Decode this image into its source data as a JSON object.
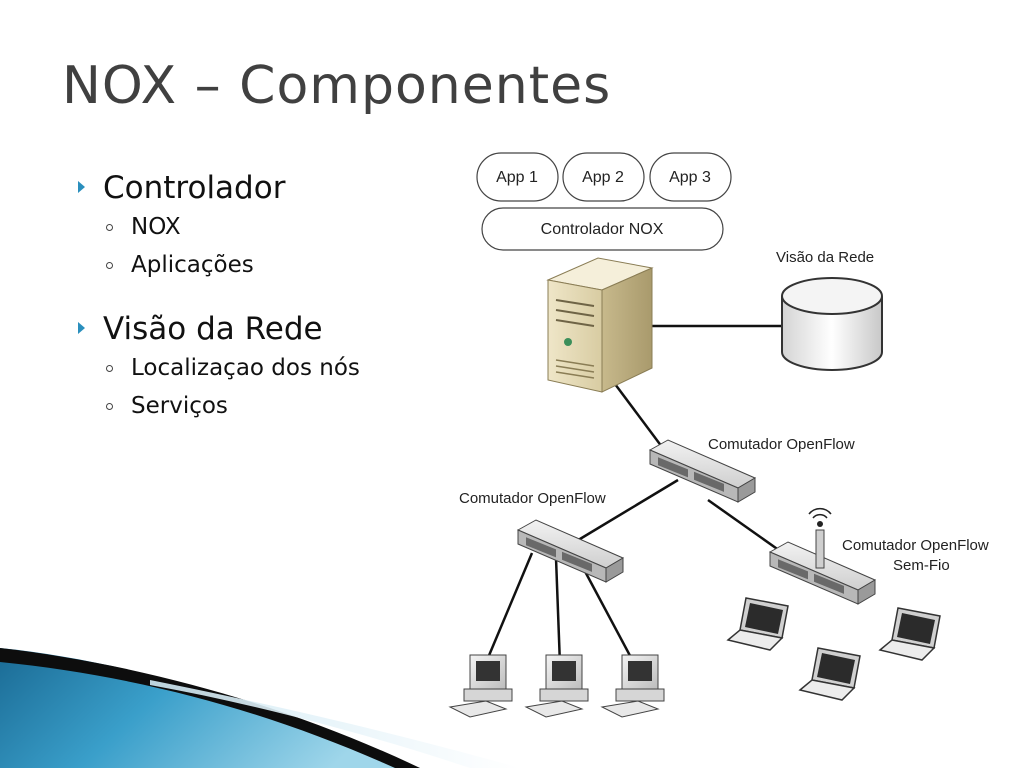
{
  "title": "NOX – Componentes",
  "bullets": [
    {
      "label": "Controlador",
      "sub": [
        "NOX",
        "Aplicações"
      ]
    },
    {
      "label": "Visão da Rede",
      "sub": [
        "Localizaçao dos nós",
        "Serviços"
      ]
    }
  ],
  "diagram": {
    "apps": [
      "App 1",
      "App 2",
      "App 3"
    ],
    "controller_label": "Controlador NOX",
    "network_view_label": "Visão da Rede",
    "switch_top_label": "Comutador OpenFlow",
    "switch_left_label": "Comutador OpenFlow",
    "switch_wireless_label_line1": "Comutador OpenFlow",
    "switch_wireless_label_line2": "Sem-Fio"
  },
  "colors": {
    "accent": "#2a8fbd",
    "title": "#404040",
    "wave_dark": "#1e6f98",
    "wave_light": "#7fc7e3"
  }
}
